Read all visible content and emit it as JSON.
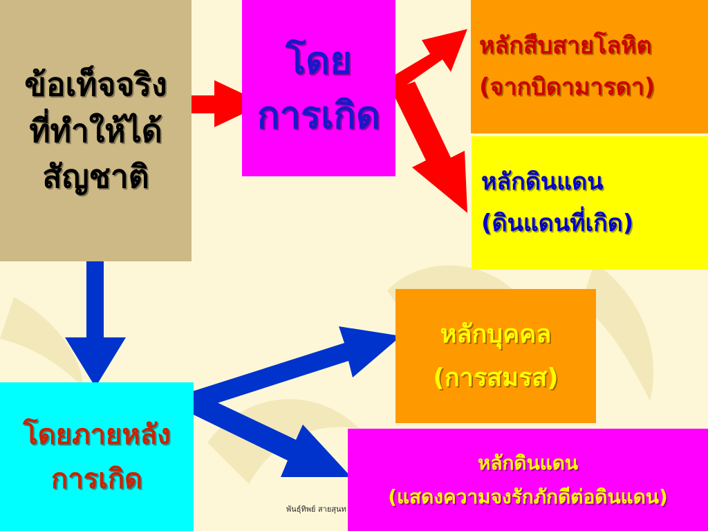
{
  "colors": {
    "background": "#fdf7d8",
    "red_arrow": "#ff0000",
    "blue_arrow": "#0033cc"
  },
  "facts": {
    "line1": "ข้อเท็จจริง",
    "line2": "ที่ทำให้ได้",
    "line3": "สัญชาติ"
  },
  "birth": {
    "line1": "โดย",
    "line2": "การเกิด"
  },
  "blood": {
    "line1": "หลักสืบสายโลหิต",
    "line2": "(จากบิดามารดา)"
  },
  "soil_birth": {
    "line1": "หลักดินแดน",
    "line2": "(ดินแดนที่เกิด)"
  },
  "after_birth": {
    "line1": "โดยภายหลัง",
    "line2": "การเกิด"
  },
  "personal": {
    "line1": "หลักบุคคล",
    "line2": "(การสมรส)"
  },
  "soil_loyalty": {
    "line1": "หลักดินแดน",
    "line2": "(แสดงความจงรักภักดีต่อดินแดน)"
  },
  "credit": "พันธุ์ทิพย์ สายสุนท"
}
